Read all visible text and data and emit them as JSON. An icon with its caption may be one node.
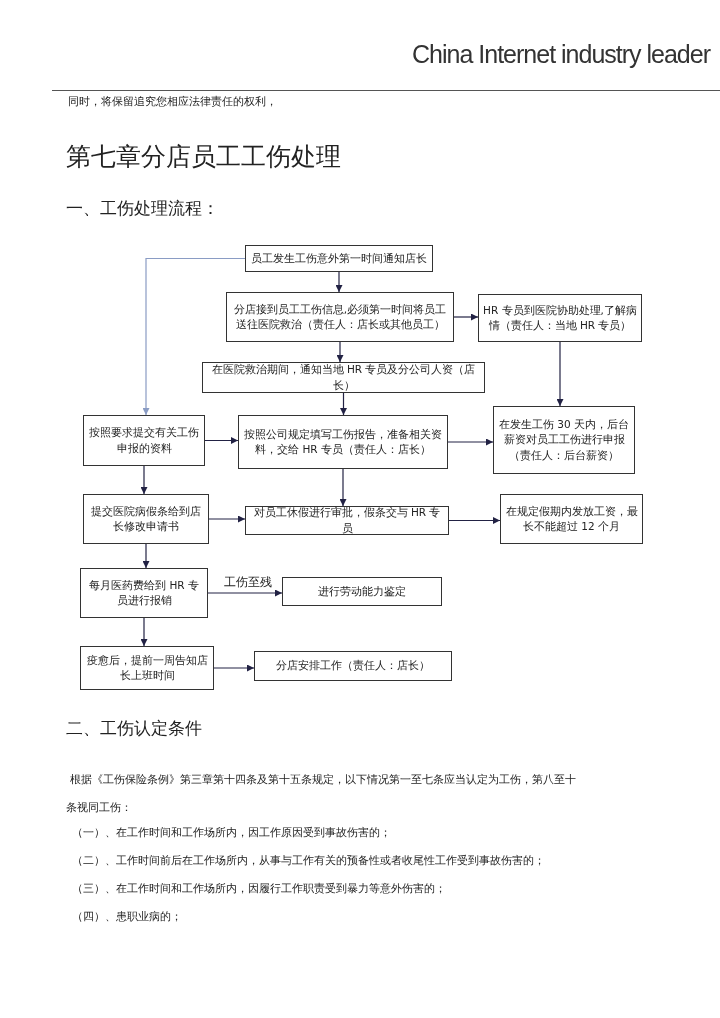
{
  "diagram": {
    "title": "第七章分店员工工伤处理",
    "nodes": [
      {
        "text": [
          "员工发生工伤意外第一时间通知店长"
        ]
      },
      {
        "text": [
          "分店接到员工工伤信息,必须第一时间将员工送往医院救治（责任人：店长或其他员工）"
        ]
      },
      {
        "text": [
          "HR 专员到医院协助处理,了解病情（责任人：当地 HR 专员）"
        ]
      },
      {
        "text": [
          "在医院救治期间，通知当地 HR 专员及分公司人资（店长）"
        ]
      },
      {
        "text": [
          "按照要求提交有关工伤申报的资料"
        ]
      },
      {
        "text": [
          "按照公司规定填写工伤报告，准备相关资料，交给 HR 专员（责任人：店长）"
        ]
      },
      {
        "text": [
          "在发生工伤 30 天内，后台薪资对员工工伤进行申报（责任人：后台薪资）"
        ]
      },
      {
        "text": [
          "提交医院病假条给到店长修改申请书"
        ]
      },
      {
        "text": [
          "对员工休假进行审批，假条交与 HR 专员"
        ]
      },
      {
        "text": [
          "在规定假期内发放工资，最长不能超过 12 个月"
        ]
      },
      {
        "text": [
          "每月医药费给到 HR 专员进行报销"
        ]
      },
      {
        "text": [
          "进行劳动能力鉴定"
        ]
      },
      {
        "text": [
          "疫愈后，提前一周告知店长上班时间"
        ]
      },
      {
        "text": [
          "分店安排工作（责任人：店长）"
        ]
      }
    ],
    "edges": [
      {
        "from": 0,
        "to": 1,
        "arrow": "to"
      },
      {
        "from": 1,
        "to": 2,
        "arrow": "to"
      },
      {
        "from": 1,
        "to": 3,
        "arrow": "to"
      },
      {
        "from": 0,
        "to": 4,
        "arrow": "to",
        "color": "#8a9cc4"
      },
      {
        "from": 3,
        "to": 5,
        "arrow": "to"
      },
      {
        "from": 2,
        "to": 6,
        "arrow": "to"
      },
      {
        "from": 4,
        "to": 5,
        "arrow": "to"
      },
      {
        "from": 5,
        "to": 6,
        "arrow": "to"
      },
      {
        "from": 4,
        "to": 7,
        "arrow": "to"
      },
      {
        "from": 5,
        "to": 8,
        "arrow": "to"
      },
      {
        "from": 7,
        "to": 8,
        "arrow": "to"
      },
      {
        "from": 8,
        "to": 9,
        "arrow": "to"
      },
      {
        "from": 7,
        "to": 10,
        "arrow": "to"
      },
      {
        "from": 10,
        "to": 11,
        "arrow": "to",
        "label": "工伤至残"
      },
      {
        "from": 10,
        "to": 12,
        "arrow": "to"
      },
      {
        "from": 12,
        "to": 13,
        "arrow": "to"
      }
    ],
    "labels": [
      "China Internet industry leader",
      "同时，将保留追究您相应法律责任的权利，",
      "一、工伤处理流程：",
      "二、工伤认定条件",
      "根据《工伤保险条例》第三章第十四条及第十五条规定，以下情况第一至七条应当认定为工伤，第八至十条视同工伤：",
      "（一）、在工作时间和工作场所内，因工作原因受到事故伤害的；",
      "（二）、工作时间前后在工作场所内，从事与工作有关的预备性或者收尾性工作受到事故伤害的；",
      "（三）、在工作时间和工作场所内，因履行工作职责受到暴力等意外伤害的；",
      "（四）、患职业病的；"
    ]
  }
}
